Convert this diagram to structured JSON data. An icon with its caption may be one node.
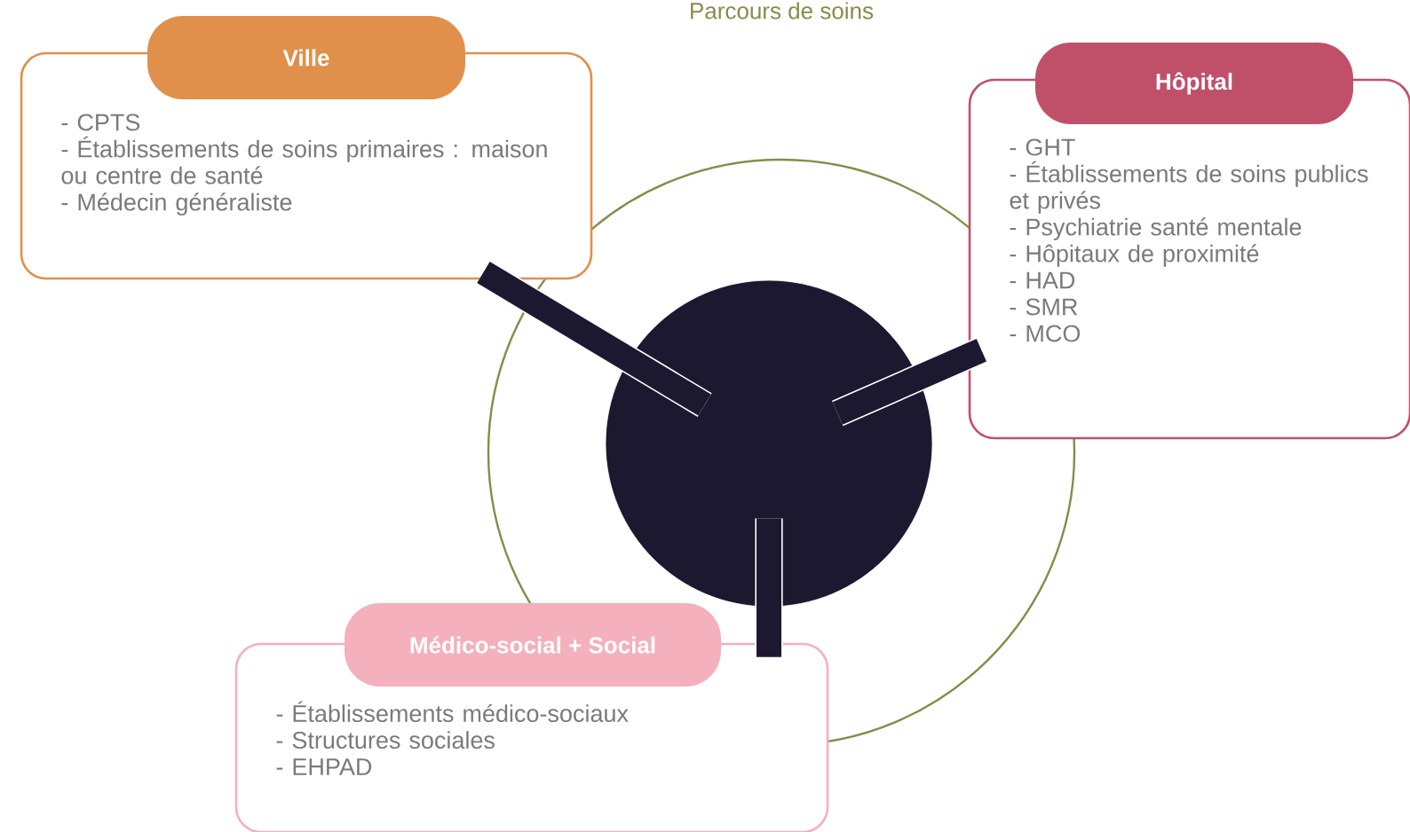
{
  "diagram": {
    "title": "Parcours de soins",
    "nodes": [
      {
        "text": [
          "Ville",
          "- CPTS",
          "- Établissements de soins primaires : maison ou centre de santé",
          "- Médecin généraliste"
        ]
      },
      {
        "text": [
          "Hôpital",
          "- GHT",
          "- Établissements de soins publics et privés",
          "- Psychiatrie santé mentale",
          "- Hôpitaux de proximité",
          "- HAD",
          "- SMR",
          "- MCO"
        ]
      },
      {
        "text": [
          "Médico-social + Social",
          "- Établissements médico-sociaux",
          "- Structures sociales",
          "- EHPAD"
        ]
      },
      {
        "text": [],
        "shape": "circle"
      }
    ],
    "edges": [
      {
        "from": 3,
        "to": 0,
        "arrow": "none"
      },
      {
        "from": 3,
        "to": 1,
        "arrow": "none"
      },
      {
        "from": 3,
        "to": 2,
        "arrow": "none"
      }
    ]
  }
}
